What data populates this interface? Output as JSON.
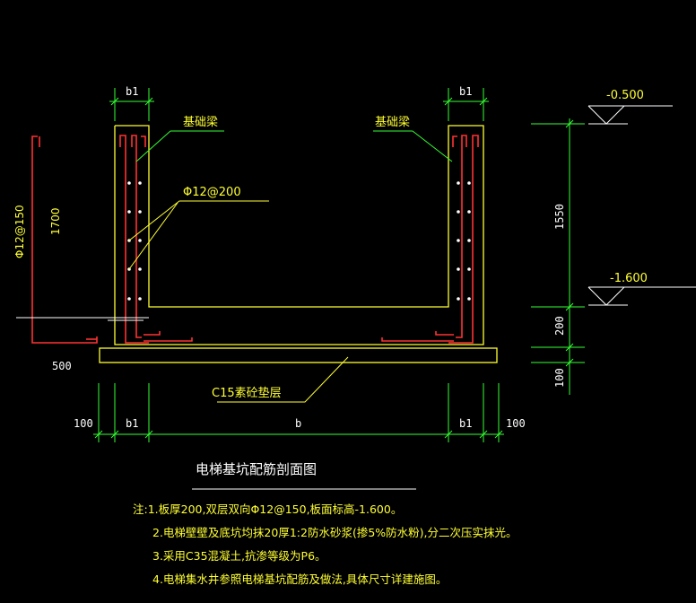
{
  "colors": {
    "background": "#000000",
    "outline": "#ffff33",
    "rebar": "#ff3333",
    "dimension": "#33ff33",
    "text": "#ffffff",
    "leader": "#ffff33"
  },
  "labels": {
    "b1_top_left": "b1",
    "b1_top_right": "b1",
    "beam_left": "基础梁",
    "beam_right": "基础梁",
    "rebar_wall": "Φ12@200",
    "rebar_vertical": "Φ12@150",
    "dim_1700": "1700",
    "dim_500": "500",
    "elev_top": "-0.500",
    "elev_bottom": "-1.600",
    "dim_1550": "1550",
    "dim_200": "200",
    "dim_100_right": "100",
    "cushion": "C15素砼垫层",
    "bottom_100_left": "100",
    "bottom_b1_left": "b1",
    "bottom_b": "b",
    "bottom_b1_right": "b1",
    "bottom_100_right": "100"
  },
  "title": "电梯基坑配筋剖面图",
  "notes": [
    "注:1.板厚200,双层双向Φ12@150,板面标高-1.600。",
    "2.电梯壁壁及底坑均抹20厚1:2防水砂浆(掺5%防水粉),分二次压实抹光。",
    "3.采用C35混凝土,抗渗等级为P6。",
    "4.电梯集水井参照电梯基坑配筋及做法,具体尺寸详建施图。"
  ]
}
